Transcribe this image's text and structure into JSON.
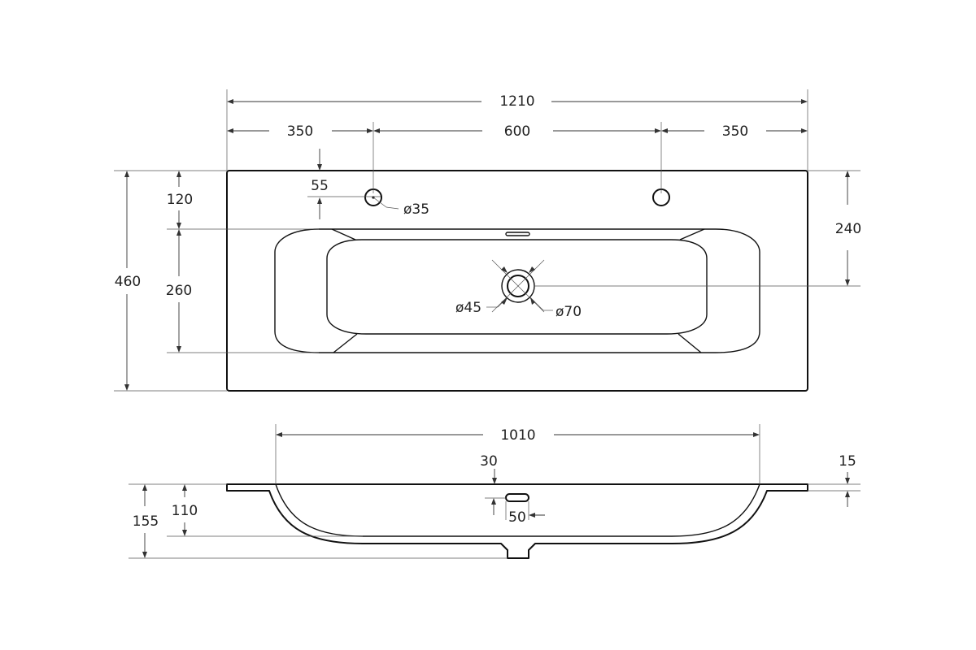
{
  "top_view": {
    "overall_width": "1210",
    "left_offset": "350",
    "tap_spacing": "600",
    "right_offset": "350",
    "tap_hole_dia": "ø35",
    "tap_hole_inset": "55",
    "edge_to_basin": "120",
    "basin_depth": "260",
    "overall_depth": "460",
    "drain_offset": "240",
    "drain_dia": "ø45",
    "drain_ring_dia": "ø70"
  },
  "side_view": {
    "basin_width": "1010",
    "overflow_width": "30",
    "overflow_length": "50",
    "rim_thickness": "15",
    "bowl_depth": "110",
    "overall_height": "155"
  }
}
